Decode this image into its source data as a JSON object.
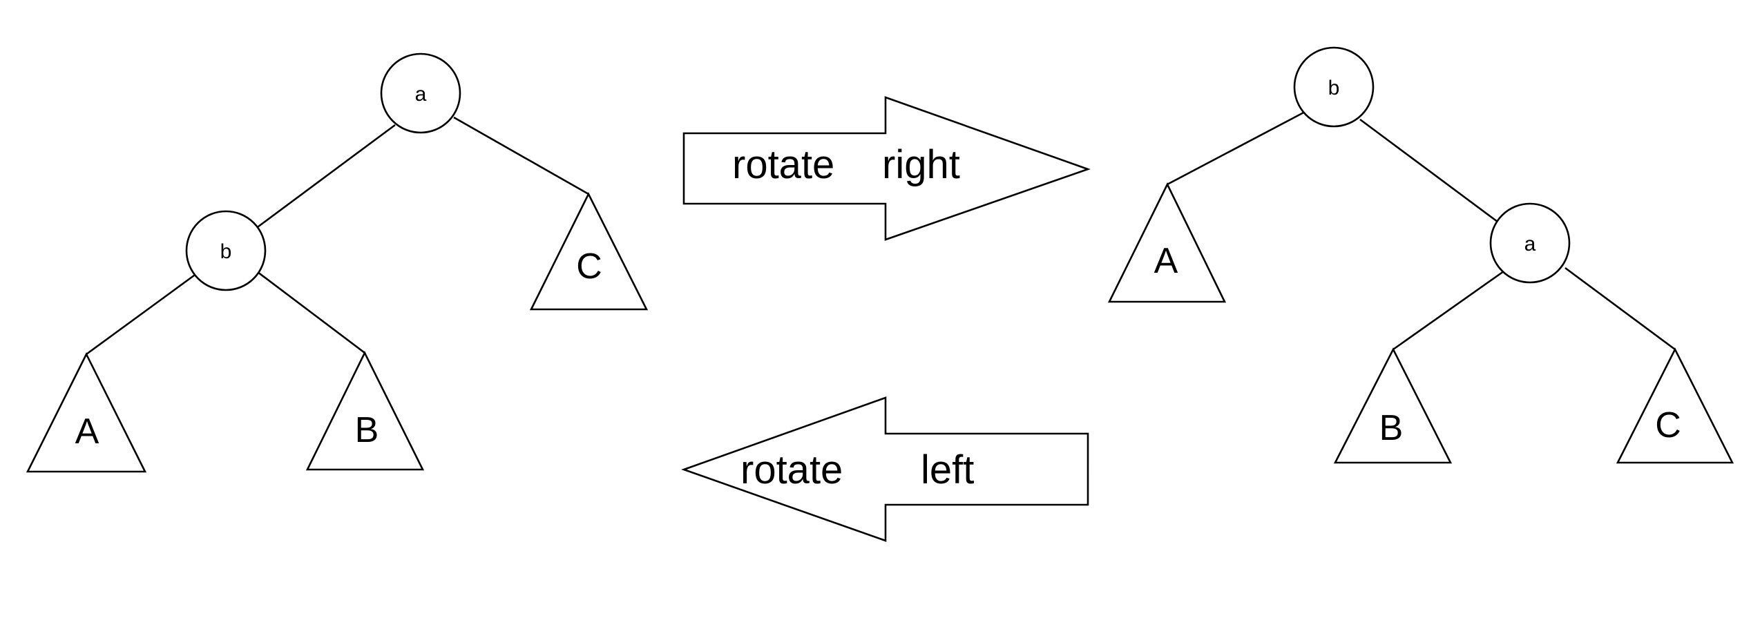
{
  "left_tree": {
    "root_label": "a",
    "child_label": "b",
    "subtree_a": "A",
    "subtree_b": "B",
    "subtree_c": "C"
  },
  "right_tree": {
    "root_label": "b",
    "child_label": "a",
    "subtree_a": "A",
    "subtree_b": "B",
    "subtree_c": "C"
  },
  "arrows": {
    "right": {
      "word1": "rotate",
      "word2": "right"
    },
    "left": {
      "word1": "rotate",
      "word2": "left"
    }
  },
  "colors": {
    "stroke": "#000000",
    "background": "#ffffff"
  }
}
